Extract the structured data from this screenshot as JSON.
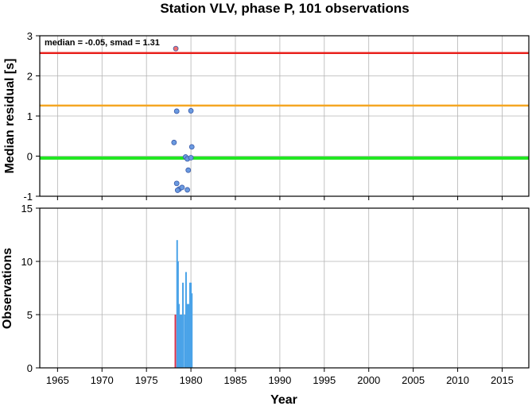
{
  "chart_data": [
    {
      "type": "scatter",
      "panel": "residuals",
      "title": "Station VLV, phase P, 101 observations",
      "ylabel": "Median residual [s]",
      "xlim": [
        1963,
        2018
      ],
      "ylim": [
        -1,
        3
      ],
      "x_ticks": [
        1965,
        1970,
        1975,
        1980,
        1985,
        1990,
        1995,
        2000,
        2005,
        2010,
        2015
      ],
      "y_ticks": [
        -1,
        0,
        1,
        2,
        3
      ],
      "annotation": "median = -0.05, smad = 1.31",
      "grid": true,
      "reference_lines": [
        {
          "y": 2.57,
          "color": "#e8201c"
        },
        {
          "y": 1.26,
          "color": "#f5a623"
        },
        {
          "y": -0.05,
          "color": "#22e822"
        }
      ],
      "points": [
        {
          "x": 1978.3,
          "y": 2.68,
          "color": "#f07070"
        },
        {
          "x": 1978.4,
          "y": 1.12,
          "color": "#6a9ae0"
        },
        {
          "x": 1980.0,
          "y": 1.13,
          "color": "#6a9ae0"
        },
        {
          "x": 1978.1,
          "y": 0.34,
          "color": "#6a9ae0"
        },
        {
          "x": 1980.1,
          "y": 0.23,
          "color": "#6a9ae0"
        },
        {
          "x": 1979.4,
          "y": -0.02,
          "color": "#6a9ae0"
        },
        {
          "x": 1979.6,
          "y": -0.07,
          "color": "#6a9ae0"
        },
        {
          "x": 1980.0,
          "y": -0.04,
          "color": "#6a9ae0"
        },
        {
          "x": 1979.7,
          "y": -0.35,
          "color": "#6a9ae0"
        },
        {
          "x": 1978.4,
          "y": -0.68,
          "color": "#6a9ae0"
        },
        {
          "x": 1978.7,
          "y": -0.82,
          "color": "#6a9ae0"
        },
        {
          "x": 1979.0,
          "y": -0.78,
          "color": "#6a9ae0"
        },
        {
          "x": 1979.6,
          "y": -0.84,
          "color": "#6a9ae0"
        },
        {
          "x": 1978.5,
          "y": -0.85,
          "color": "#6a9ae0"
        }
      ]
    },
    {
      "type": "bar",
      "panel": "observations",
      "xlabel": "Year",
      "ylabel": "Observations",
      "xlim": [
        1963,
        2018
      ],
      "ylim": [
        0,
        15
      ],
      "x_ticks": [
        1965,
        1970,
        1975,
        1980,
        1985,
        1990,
        1995,
        2000,
        2005,
        2010,
        2015
      ],
      "y_ticks": [
        0,
        5,
        10,
        15
      ],
      "grid": true,
      "bars": [
        {
          "x": 1978.25,
          "value": 5,
          "color": "#d9304a"
        },
        {
          "x": 1978.45,
          "value": 12,
          "color": "#4aa3e8"
        },
        {
          "x": 1978.55,
          "value": 10,
          "color": "#4aa3e8"
        },
        {
          "x": 1978.65,
          "value": 6,
          "color": "#4aa3e8"
        },
        {
          "x": 1978.8,
          "value": 5,
          "color": "#4aa3e8"
        },
        {
          "x": 1978.95,
          "value": 5,
          "color": "#4aa3e8"
        },
        {
          "x": 1979.1,
          "value": 8,
          "color": "#4aa3e8"
        },
        {
          "x": 1979.3,
          "value": 5,
          "color": "#4aa3e8"
        },
        {
          "x": 1979.45,
          "value": 9,
          "color": "#4aa3e8"
        },
        {
          "x": 1979.6,
          "value": 6,
          "color": "#4aa3e8"
        },
        {
          "x": 1979.75,
          "value": 6,
          "color": "#4aa3e8"
        },
        {
          "x": 1979.9,
          "value": 8,
          "color": "#4aa3e8"
        },
        {
          "x": 1980.0,
          "value": 8,
          "color": "#4aa3e8"
        },
        {
          "x": 1980.1,
          "value": 7,
          "color": "#4aa3e8"
        }
      ]
    }
  ]
}
